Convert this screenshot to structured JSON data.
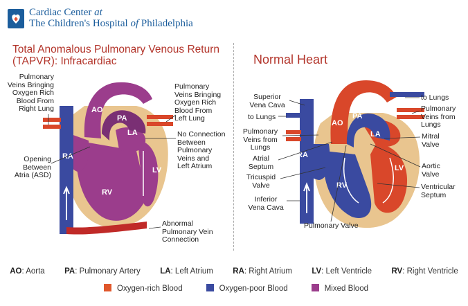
{
  "header": {
    "logo_line1": "Cardiac Center ",
    "logo_line1_em": "at",
    "logo_line2a": "The Children's Hospital ",
    "logo_line2_em": "of",
    "logo_line2b": " Philadelphia"
  },
  "left": {
    "title_line1": "Total Anomalous Pulmonary Venous Return",
    "title_line2": "(TAPVR): Infracardiac",
    "labels": {
      "veins_right_lung": [
        "Pulmonary",
        "Veins Bringing",
        "Oxygen Rich",
        "Blood From",
        "Right Lung"
      ],
      "veins_left_lung": [
        "Pulmonary",
        "Veins Bringing",
        "Oxygen Rich",
        "Blood From",
        "Left Lung"
      ],
      "no_connection": [
        "No Connection",
        "Between",
        "Pulmonary",
        "Veins and",
        "Left Atrium"
      ],
      "asd": [
        "Opening",
        "Between",
        "Atria (ASD)"
      ],
      "abnormal": [
        "Abnormal",
        "Pulmonary Vein",
        "Connection"
      ]
    },
    "chambers": {
      "ao": "AO",
      "pa": "PA",
      "la": "LA",
      "ra": "RA",
      "lv": "LV",
      "rv": "RV"
    }
  },
  "right": {
    "title": "Normal Heart",
    "labels": {
      "svc": [
        "Superior",
        "Vena Cava"
      ],
      "to_lungs_left": "to Lungs",
      "pv_from_lungs": [
        "Pulmonary",
        "Veins from",
        "Lungs"
      ],
      "atrial_septum": [
        "Atrial",
        "Septum"
      ],
      "tricuspid": [
        "Tricuspid",
        "Valve"
      ],
      "ivc": [
        "Inferior",
        "Vena Cava"
      ],
      "pulmonary_valve": "Pulmonary Valve",
      "to_lungs_right": "to Lungs",
      "pv_from_lungs_right": [
        "Pulmonary",
        "Veins from",
        "Lungs"
      ],
      "mitral": [
        "Mitral",
        "Valve"
      ],
      "aortic": [
        "Aortic",
        "Valve"
      ],
      "ventricular_septum": [
        "Ventricular",
        "Septum"
      ]
    },
    "chambers": {
      "ao": "AO",
      "pa": "PA",
      "la": "LA",
      "ra": "RA",
      "lv": "LV",
      "rv": "RV"
    }
  },
  "abbreviations": [
    {
      "abbr": "AO",
      "text": ": Aorta"
    },
    {
      "abbr": "PA",
      "text": ": Pulmonary Artery"
    },
    {
      "abbr": "LA",
      "text": ": Left Atrium"
    },
    {
      "abbr": "RA",
      "text": ": Right Atrium"
    },
    {
      "abbr": "LV",
      "text": ": Left Ventricle"
    },
    {
      "abbr": "RV",
      "text": ": Right Ventricle"
    }
  ],
  "legend": [
    {
      "label": "Oxygen-rich Blood",
      "color": "#e0572b"
    },
    {
      "label": "Oxygen-poor Blood",
      "color": "#3a4aa0"
    },
    {
      "label": "Mixed Blood",
      "color": "#9b3d8c"
    }
  ],
  "colors": {
    "oxygen_rich": "#d9472a",
    "oxygen_poor": "#3a4aa0",
    "mixed": "#9b3d8c",
    "tissue": "#e9c58f",
    "title": "#b3352b",
    "brand": "#1b5d9c"
  }
}
